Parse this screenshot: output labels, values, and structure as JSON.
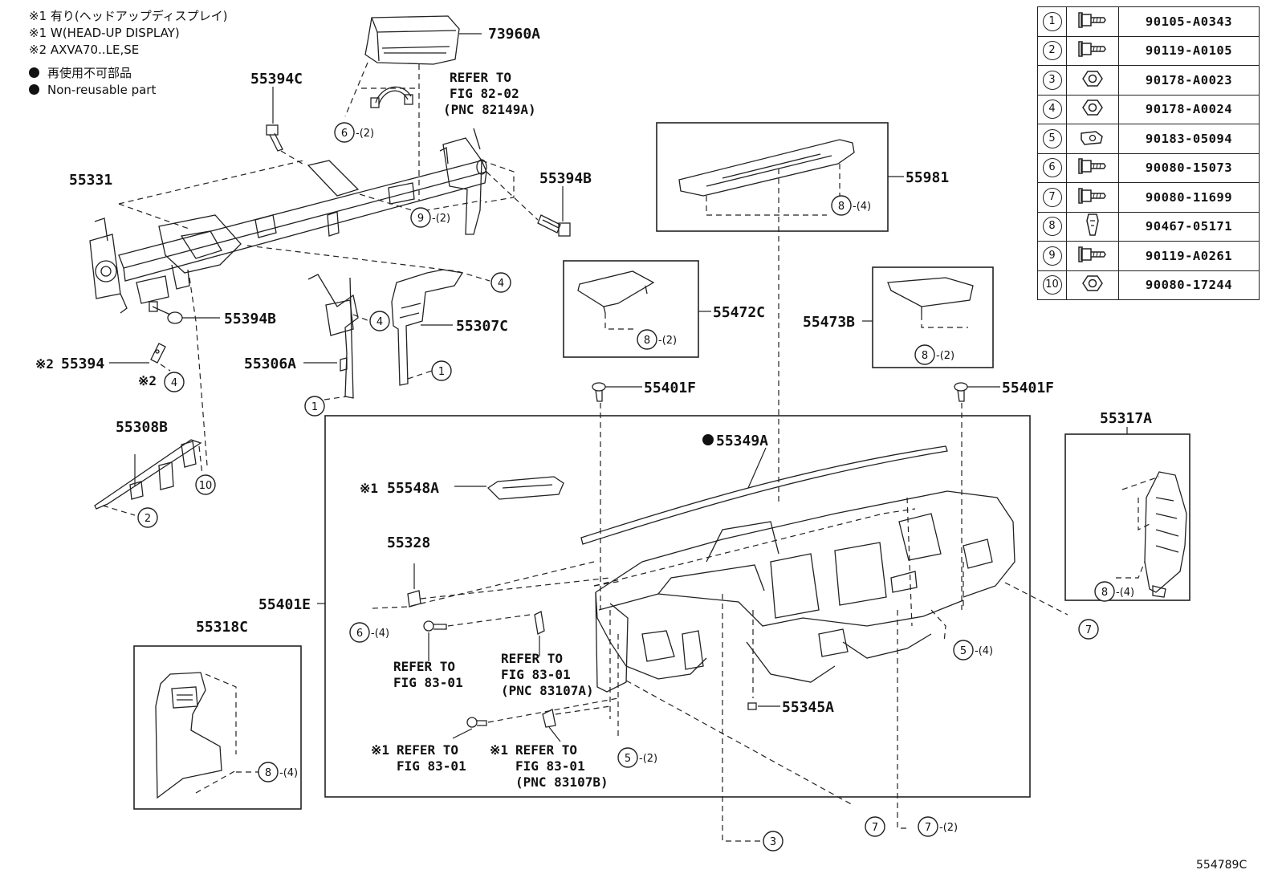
{
  "notes": {
    "note1_jp": "※1 有り(ヘッドアップディスプレイ)",
    "note1_en": "※1 W(HEAD-UP DISPLAY)",
    "note2": "※2 AXVA70..LE,SE",
    "nonreusable_jp": "再使用不可部品",
    "nonreusable_en": "Non-reusable part"
  },
  "fastener_table": [
    {
      "num": "1",
      "icon": "flange-bolt-icon",
      "part": "90105-A0343"
    },
    {
      "num": "2",
      "icon": "flange-bolt-icon",
      "part": "90119-A0105"
    },
    {
      "num": "3",
      "icon": "nut-icon",
      "part": "90178-A0023"
    },
    {
      "num": "4",
      "icon": "nut-icon",
      "part": "90178-A0024"
    },
    {
      "num": "5",
      "icon": "clip-nut-icon",
      "part": "90183-05094"
    },
    {
      "num": "6",
      "icon": "flange-bolt-icon",
      "part": "90080-15073"
    },
    {
      "num": "7",
      "icon": "flange-bolt-icon",
      "part": "90080-11699"
    },
    {
      "num": "8",
      "icon": "clip-icon",
      "part": "90467-05171"
    },
    {
      "num": "9",
      "icon": "flange-bolt-icon",
      "part": "90119-A0261"
    },
    {
      "num": "10",
      "icon": "nut-icon",
      "part": "90080-17244"
    }
  ],
  "parts": {
    "p73960A": "73960A",
    "p55394C": "55394C",
    "p55331": "55331",
    "p55394B_right": "55394B",
    "p55394B_left": "55394B",
    "p55394": "55394",
    "p55306A": "55306A",
    "p55307C": "55307C",
    "p55308B": "55308B",
    "p55981": "55981",
    "p55472C": "55472C",
    "p55473B": "55473B",
    "p55401F_left": "55401F",
    "p55401F_right": "55401F",
    "p55349A": "55349A",
    "p55548A": "55548A",
    "p55328": "55328",
    "p55401E": "55401E",
    "p55318C": "55318C",
    "p55345A": "55345A",
    "p55317A": "55317A"
  },
  "marks": {
    "ref1": "※1",
    "ref2": "※2"
  },
  "refers": {
    "r82_l1": "REFER TO",
    "r82_l2": "FIG 82-02",
    "r82_l3": "(PNC 82149A)",
    "ra_l1": "REFER TO",
    "ra_l2": "FIG 83-01",
    "rb_l1": "REFER TO",
    "rb_l2": "FIG 83-01",
    "rb_l3": "(PNC 83107A)",
    "rc_l1": "REFER TO",
    "rc_l2": "FIG 83-01",
    "rd_l1": "REFER TO",
    "rd_l2": "FIG 83-01",
    "rd_l3": "(PNC 83107B)"
  },
  "callouts": {
    "c6_2": "6",
    "q6_2": "-(2)",
    "c9_2": "9",
    "q9_2": "-(2)",
    "c4_a": "4",
    "c4_b": "4",
    "c4_c": "4",
    "c1_a": "1",
    "c1_b": "1",
    "c2": "2",
    "c10": "10",
    "c8_4_top": "8",
    "q8_4_top": "-(4)",
    "c8_2_l": "8",
    "q8_2_l": "-(2)",
    "c8_2_r": "8",
    "q8_2_r": "-(2)",
    "c8_4_r": "8",
    "q8_4_r": "-(4)",
    "c8_4_l": "8",
    "q8_4_l": "-(4)",
    "c6_4": "6",
    "q6_4": "-(4)",
    "c5_4": "5",
    "q5_4": "-(4)",
    "c5_2": "5",
    "q5_2": "-(2)",
    "c7_a": "7",
    "c7_b": "7",
    "c7_2": "7",
    "q7_2": "-(2)",
    "c3": "3"
  },
  "illustration_no": "554789C"
}
